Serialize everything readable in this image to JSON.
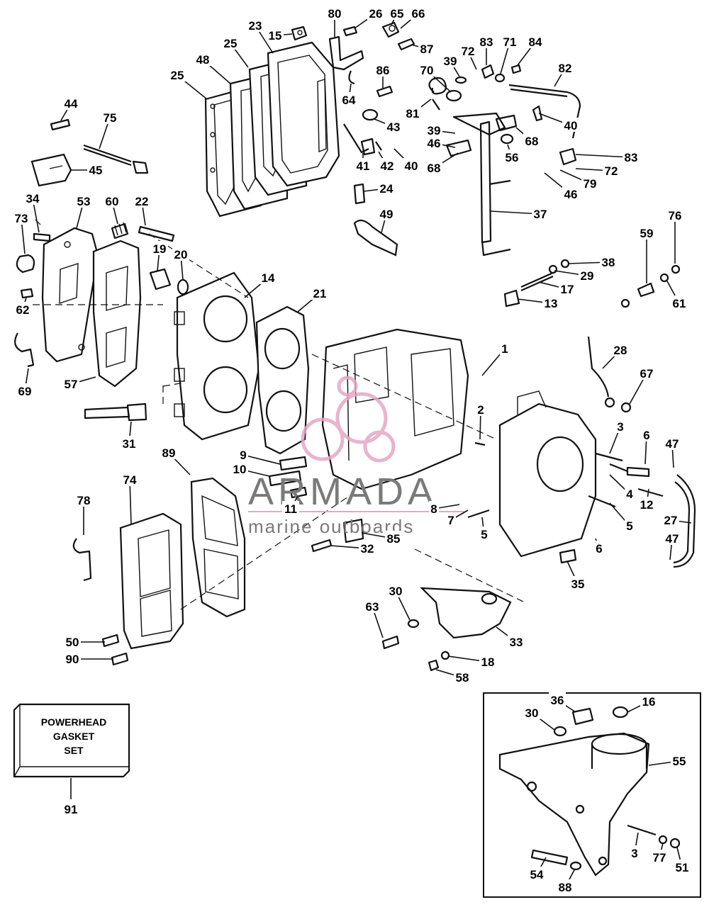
{
  "watermark": {
    "brand": "ARMADA",
    "tagline": "marine outboards",
    "logo_color": "#e4a7c6"
  },
  "gasket_set": {
    "line1": "POWERHEAD",
    "line2": "GASKET",
    "line3": "SET",
    "number": "91"
  },
  "callouts": [
    {
      "id": "80",
      "label": "80"
    },
    {
      "id": "26",
      "label": "26"
    },
    {
      "id": "65",
      "label": "65"
    },
    {
      "id": "66",
      "label": "66"
    },
    {
      "id": "23",
      "label": "23"
    },
    {
      "id": "15",
      "label": "15"
    },
    {
      "id": "87",
      "label": "87"
    },
    {
      "id": "25a",
      "label": "25"
    },
    {
      "id": "48",
      "label": "48"
    },
    {
      "id": "25b",
      "label": "25"
    },
    {
      "id": "83a",
      "label": "83"
    },
    {
      "id": "71",
      "label": "71"
    },
    {
      "id": "84",
      "label": "84"
    },
    {
      "id": "72a",
      "label": "72"
    },
    {
      "id": "39a",
      "label": "39"
    },
    {
      "id": "82",
      "label": "82"
    },
    {
      "id": "70",
      "label": "70"
    },
    {
      "id": "86",
      "label": "86"
    },
    {
      "id": "64",
      "label": "64"
    },
    {
      "id": "81",
      "label": "81"
    },
    {
      "id": "43",
      "label": "43"
    },
    {
      "id": "40a",
      "label": "40"
    },
    {
      "id": "39b",
      "label": "39"
    },
    {
      "id": "46a",
      "label": "46"
    },
    {
      "id": "68a",
      "label": "68"
    },
    {
      "id": "41",
      "label": "41"
    },
    {
      "id": "42",
      "label": "42"
    },
    {
      "id": "40b",
      "label": "40"
    },
    {
      "id": "68b",
      "label": "68"
    },
    {
      "id": "56",
      "label": "56"
    },
    {
      "id": "83b",
      "label": "83"
    },
    {
      "id": "72b",
      "label": "72"
    },
    {
      "id": "79",
      "label": "79"
    },
    {
      "id": "46b",
      "label": "46"
    },
    {
      "id": "44",
      "label": "44"
    },
    {
      "id": "75",
      "label": "75"
    },
    {
      "id": "45",
      "label": "45"
    },
    {
      "id": "24",
      "label": "24"
    },
    {
      "id": "49",
      "label": "49"
    },
    {
      "id": "37",
      "label": "37"
    },
    {
      "id": "34",
      "label": "34"
    },
    {
      "id": "53",
      "label": "53"
    },
    {
      "id": "60",
      "label": "60"
    },
    {
      "id": "22",
      "label": "22"
    },
    {
      "id": "73",
      "label": "73"
    },
    {
      "id": "19",
      "label": "19"
    },
    {
      "id": "20",
      "label": "20"
    },
    {
      "id": "76",
      "label": "76"
    },
    {
      "id": "59",
      "label": "59"
    },
    {
      "id": "38",
      "label": "38"
    },
    {
      "id": "29",
      "label": "29"
    },
    {
      "id": "17",
      "label": "17"
    },
    {
      "id": "62",
      "label": "62"
    },
    {
      "id": "14",
      "label": "14"
    },
    {
      "id": "21",
      "label": "21"
    },
    {
      "id": "13",
      "label": "13"
    },
    {
      "id": "61",
      "label": "61"
    },
    {
      "id": "69",
      "label": "69"
    },
    {
      "id": "57",
      "label": "57"
    },
    {
      "id": "1",
      "label": "1"
    },
    {
      "id": "28",
      "label": "28"
    },
    {
      "id": "67",
      "label": "67"
    },
    {
      "id": "31",
      "label": "31"
    },
    {
      "id": "2",
      "label": "2"
    },
    {
      "id": "3a",
      "label": "3"
    },
    {
      "id": "6a",
      "label": "6"
    },
    {
      "id": "47a",
      "label": "47"
    },
    {
      "id": "89",
      "label": "89"
    },
    {
      "id": "9",
      "label": "9"
    },
    {
      "id": "74",
      "label": "74"
    },
    {
      "id": "10",
      "label": "10"
    },
    {
      "id": "4",
      "label": "4"
    },
    {
      "id": "12",
      "label": "12"
    },
    {
      "id": "78",
      "label": "78"
    },
    {
      "id": "11",
      "label": "11"
    },
    {
      "id": "8",
      "label": "8"
    },
    {
      "id": "7",
      "label": "7"
    },
    {
      "id": "5a",
      "label": "5"
    },
    {
      "id": "5b",
      "label": "5"
    },
    {
      "id": "27",
      "label": "27"
    },
    {
      "id": "47b",
      "label": "47"
    },
    {
      "id": "85",
      "label": "85"
    },
    {
      "id": "32",
      "label": "32"
    },
    {
      "id": "6b",
      "label": "6"
    },
    {
      "id": "35",
      "label": "35"
    },
    {
      "id": "30a",
      "label": "30"
    },
    {
      "id": "63",
      "label": "63"
    },
    {
      "id": "33",
      "label": "33"
    },
    {
      "id": "50",
      "label": "50"
    },
    {
      "id": "90",
      "label": "90"
    },
    {
      "id": "18",
      "label": "18"
    },
    {
      "id": "58",
      "label": "58"
    },
    {
      "id": "36",
      "label": "36"
    },
    {
      "id": "16",
      "label": "16"
    },
    {
      "id": "30b",
      "label": "30"
    },
    {
      "id": "55",
      "label": "55"
    },
    {
      "id": "3b",
      "label": "3"
    },
    {
      "id": "77",
      "label": "77"
    },
    {
      "id": "51",
      "label": "51"
    },
    {
      "id": "54",
      "label": "54"
    },
    {
      "id": "88",
      "label": "88"
    }
  ]
}
